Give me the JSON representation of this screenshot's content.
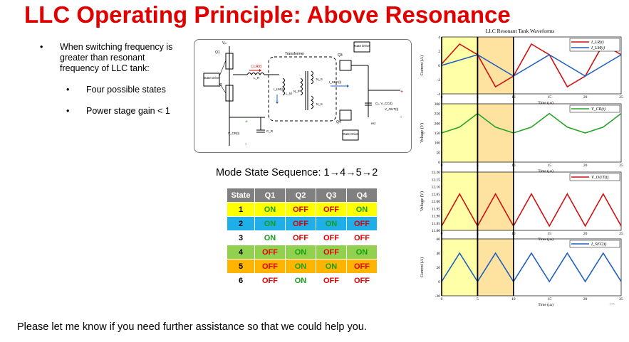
{
  "slide": {
    "title": "LLC Operating Principle: Above Resonance",
    "bullets": [
      {
        "text": "When switching frequency is greater than resonant frequency of LLC tank:"
      },
      {
        "text": "Four possible states"
      },
      {
        "text": "Power stage gain < 1"
      }
    ],
    "bullet_symbol": "•",
    "mode_sequence": "Mode State Sequence: 1→4→5→2",
    "footer": "Please let me know if you need further assistance so that we could help you.",
    "ellipsis": "..."
  },
  "state_table": {
    "headers": [
      "State",
      "Q1",
      "Q2",
      "Q3",
      "Q4"
    ],
    "rows": [
      {
        "state": "1",
        "cells": [
          "ON",
          "OFF",
          "OFF",
          "ON"
        ],
        "bg": "#ffff00"
      },
      {
        "state": "2",
        "cells": [
          "ON",
          "OFF",
          "ON",
          "OFF"
        ],
        "bg": "#1eaee8"
      },
      {
        "state": "3",
        "cells": [
          "ON",
          "OFF",
          "OFF",
          "OFF"
        ],
        "bg": "#ffffff"
      },
      {
        "state": "4",
        "cells": [
          "OFF",
          "ON",
          "OFF",
          "ON"
        ],
        "bg": "#92d050"
      },
      {
        "state": "5",
        "cells": [
          "OFF",
          "ON",
          "ON",
          "OFF"
        ],
        "bg": "#ffb400"
      },
      {
        "state": "6",
        "cells": [
          "OFF",
          "ON",
          "OFF",
          "OFF"
        ],
        "bg": "#ffffff"
      }
    ],
    "on_color": "#16a016",
    "off_color": "#e00000"
  },
  "schematic": {
    "labels": {
      "vin": "Vᵢₙ",
      "q1": "Q1",
      "q2": "Q2",
      "q3": "Q3",
      "q4": "Q4",
      "gate_drive_left": "Gate Drive",
      "gate_drive_top": "Gate Drive",
      "gate_drive_bottom": "Gate Drive",
      "transformer": "Transformer",
      "ilr": "I_LR(t)",
      "lr": "L_R",
      "ilm": "I_LM(t)",
      "lm": "L_M",
      "np": "N_P",
      "ns1": "N_S",
      "ns2": "N_S",
      "isec": "I_SEC(t)",
      "co_vcc": "Cₒ, V_CC(t)",
      "vout": "V_OUT(t)",
      "esr": "esr",
      "vcr": "V_CR(t)",
      "cr": "C_R",
      "plus": "+",
      "minus": "-"
    }
  },
  "waveforms": {
    "title": "LLC Resonant Tank Waveforms",
    "x_label": "Time (μs)",
    "shaded_regions": [
      {
        "from": 0,
        "to": 5,
        "color": "#ffffa8"
      },
      {
        "from": 5,
        "to": 10,
        "color": "#fde2a0"
      }
    ],
    "panel_labels": {
      "current_ylabel": "Current (A)",
      "voltage_ylabel": "Voltage (V)",
      "ilr_legend": "I_LR(t)",
      "ilm_legend": "I_LM(t)",
      "vcr_legend": "V_CR(t)",
      "vout_legend": "V_OUT(t)",
      "isec_legend": "I_SEC(t)"
    },
    "colors": {
      "red": "#d01010",
      "blue": "#1f5fbf",
      "green": "#28a428"
    }
  },
  "chart_data": [
    {
      "type": "line",
      "title": "LLC Resonant Tank Waveforms",
      "xlabel": "Time (μs)",
      "ylabel": "Current (A)",
      "xlim": [
        0,
        25
      ],
      "ylim": [
        -4,
        4
      ],
      "yticks": [
        4,
        2,
        0,
        -2,
        -4
      ],
      "xticks": [
        0,
        5,
        10,
        15,
        20,
        25
      ],
      "series": [
        {
          "name": "I_LR(t)",
          "x": [
            0,
            2.5,
            5,
            7.5,
            10,
            12.5,
            15,
            17.5,
            20,
            22.5,
            25
          ],
          "values": [
            0.2,
            3,
            1.5,
            -3,
            -1.5,
            3,
            1.5,
            -3,
            -1.5,
            3,
            1.5
          ]
        },
        {
          "name": "I_LM(t)",
          "x": [
            0,
            5,
            10,
            15,
            20,
            25
          ],
          "values": [
            0,
            1.5,
            -1.5,
            1.5,
            -1.5,
            1.5
          ]
        }
      ]
    },
    {
      "type": "line",
      "xlabel": "Time (μs)",
      "ylabel": "Voltage (V)",
      "xlim": [
        0,
        25
      ],
      "ylim": [
        0,
        300
      ],
      "yticks": [
        300,
        250,
        200,
        150,
        100,
        50,
        0
      ],
      "xticks": [
        0,
        5,
        10,
        15,
        20,
        25
      ],
      "series": [
        {
          "name": "V_CR(t)",
          "x": [
            0,
            2.5,
            5,
            7.5,
            10,
            12.5,
            15,
            17.5,
            20,
            22.5,
            25
          ],
          "values": [
            150,
            180,
            250,
            180,
            150,
            180,
            250,
            180,
            150,
            180,
            250
          ]
        }
      ]
    },
    {
      "type": "line",
      "xlabel": "Time (μs)",
      "ylabel": "Voltage (V)",
      "xlim": [
        0,
        25
      ],
      "ylim": [
        11.8,
        12.2
      ],
      "yticks": [
        12.2,
        12.15,
        12.1,
        12.05,
        12.0,
        11.95,
        11.9,
        11.85,
        11.8
      ],
      "xticks": [
        0,
        5,
        10,
        15,
        20,
        25
      ],
      "series": [
        {
          "name": "V_OUT(t)",
          "x": [
            0,
            2.5,
            5,
            7.5,
            10,
            12.5,
            15,
            17.5,
            20,
            22.5,
            25
          ],
          "values": [
            11.83,
            12.05,
            11.83,
            12.05,
            11.83,
            12.05,
            11.83,
            12.05,
            11.83,
            12.05,
            11.83
          ]
        }
      ]
    },
    {
      "type": "line",
      "xlabel": "Time (μs)",
      "ylabel": "Current (A)",
      "xlim": [
        0,
        25
      ],
      "ylim": [
        -20,
        60
      ],
      "yticks": [
        60,
        40,
        20,
        0,
        -20
      ],
      "xticks": [
        0,
        5,
        10,
        15,
        20,
        25
      ],
      "series": [
        {
          "name": "I_SEC(t)",
          "x": [
            0,
            2.5,
            5,
            7.5,
            10,
            12.5,
            15,
            17.5,
            20,
            22.5,
            25
          ],
          "values": [
            0,
            40,
            0,
            40,
            0,
            40,
            0,
            40,
            0,
            40,
            0
          ]
        }
      ]
    }
  ]
}
